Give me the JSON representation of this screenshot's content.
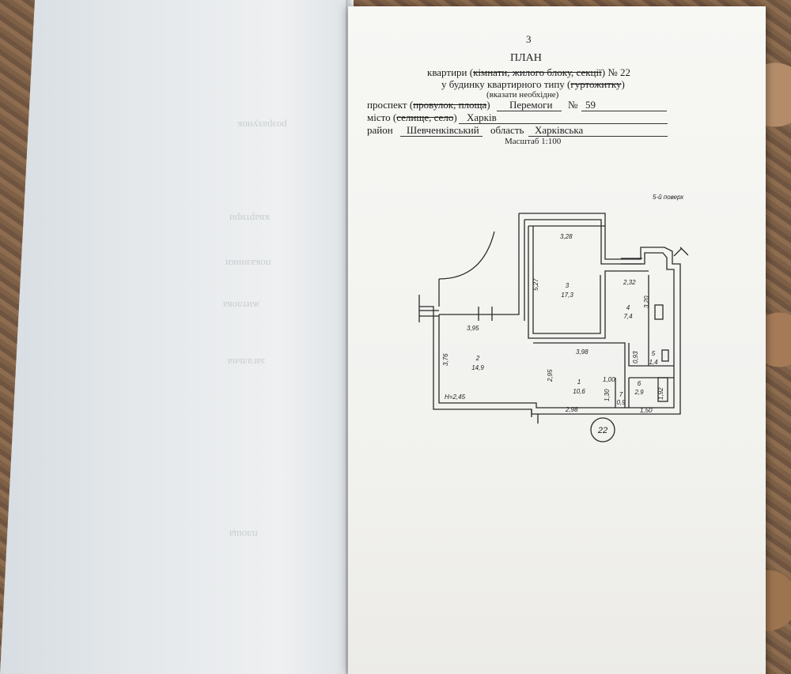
{
  "doc": {
    "page_number": "3",
    "title": "ПЛАН",
    "line1_pre": "квартири (",
    "line1_strike": "кімнати, жилого блоку, секції",
    "line1_post": ") №  22",
    "line2_pre": "у будинку квартирного типу (",
    "line2_strike": "гуртожитку",
    "line2_post": ")",
    "hint": "(вказати необхідне)",
    "street_label_pre": "проспект  (",
    "street_label_strike": "провулок, площа",
    "street_label_post": ")",
    "street_value": "Перемоги",
    "number_label": "№",
    "number_value": "59",
    "city_label_pre": "місто (",
    "city_label_strike": "селище, село",
    "city_label_post": ")",
    "city_value": "Харків",
    "district_label": "район",
    "district_value": "Шевченківський",
    "oblast_label": "область",
    "oblast_value": "Харківська",
    "scale": "Масштаб 1:100"
  },
  "plan": {
    "floor": "5-й поверх",
    "dims": [
      "3,28",
      "5,27",
      "2,32",
      "3,20",
      "3,95",
      "3,76",
      "3,98",
      "0,93",
      "2,95",
      "1,00",
      "1,30",
      "1,92",
      "2,98",
      "1,50"
    ],
    "rooms": [
      {
        "no": "3",
        "area": "17,3"
      },
      {
        "no": "4",
        "area": "7,4"
      },
      {
        "no": "2",
        "area": "14,9"
      },
      {
        "no": "5",
        "area": "1,4"
      },
      {
        "no": "1",
        "area": "10,6"
      },
      {
        "no": "6",
        "area": "2,9"
      },
      {
        "no": "7",
        "area": "0,9"
      }
    ],
    "height": "H=2,45",
    "apartment_no": "22"
  },
  "left_ghost": [
    "розрахунок",
    "квартири",
    "показники",
    "житлова",
    "загальна",
    "площа"
  ]
}
